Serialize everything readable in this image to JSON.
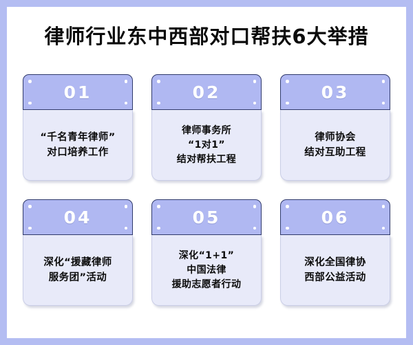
{
  "poster": {
    "title": "律师行业东中西部对口帮扶6大举措",
    "colors": {
      "frame": "#b4bdf2",
      "page": "#ffffff",
      "card_header": "#b0b8f2",
      "card_header_border": "#303a6b",
      "card_body": "#e8eaf9",
      "card_body_border": "#c9cde6",
      "number_text": "#ffffff",
      "title_text": "#0b0b0b"
    }
  },
  "cards": [
    {
      "number": "01",
      "lines": [
        "“千名青年律师”",
        "对口培养工作"
      ]
    },
    {
      "number": "02",
      "lines": [
        "律师事务所",
        "“1对1”",
        "结对帮扶工程"
      ]
    },
    {
      "number": "03",
      "lines": [
        "律师协会",
        "结对互助工程"
      ]
    },
    {
      "number": "04",
      "lines": [
        "深化“援藏律师",
        "服务团”活动"
      ]
    },
    {
      "number": "05",
      "lines": [
        "深化“1+1”",
        "中国法律",
        "援助志愿者行动"
      ]
    },
    {
      "number": "06",
      "lines": [
        "深化全国律协",
        "西部公益活动"
      ]
    }
  ]
}
